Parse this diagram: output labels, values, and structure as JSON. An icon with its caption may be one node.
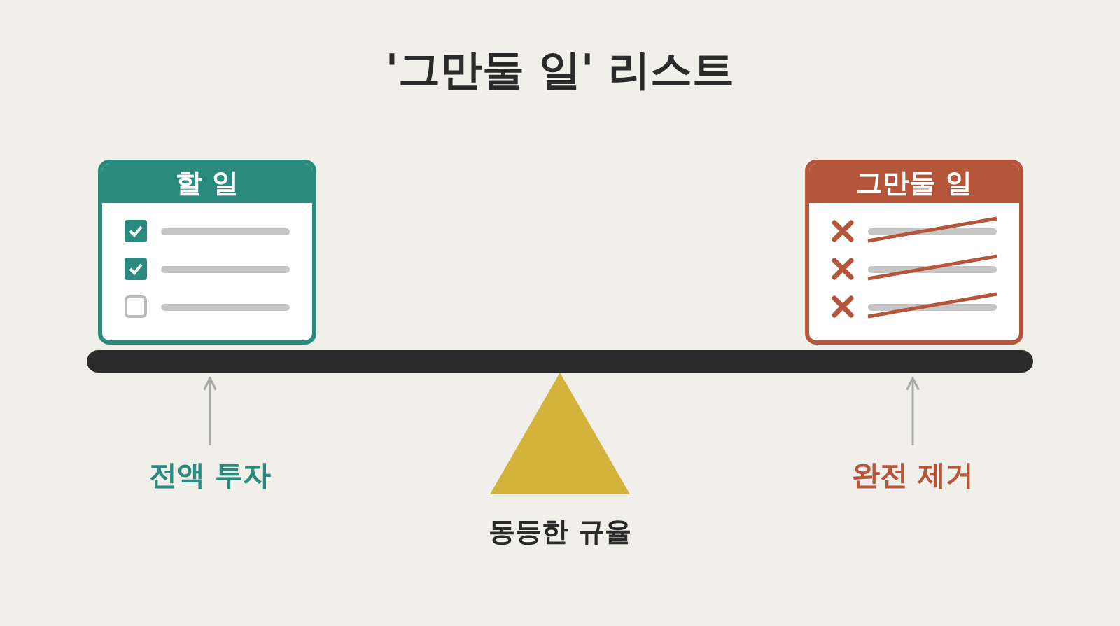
{
  "diagram": {
    "title": "'그만둘 일' 리스트",
    "nodes": [
      {
        "text": [
          "할 일"
        ]
      },
      {
        "text": [
          "그만둘 일"
        ]
      },
      {
        "text": [],
        "shape": "bar"
      },
      {
        "text": [
          "전액 투자"
        ]
      },
      {
        "text": [
          "완전 제거"
        ]
      },
      {
        "text": [],
        "shape": "triangle",
        "beside": [
          "동등한 규율"
        ]
      }
    ],
    "edges": [
      {
        "from": 3,
        "to": 2,
        "arrow": "to"
      },
      {
        "from": 4,
        "to": 2,
        "arrow": "to"
      }
    ]
  }
}
